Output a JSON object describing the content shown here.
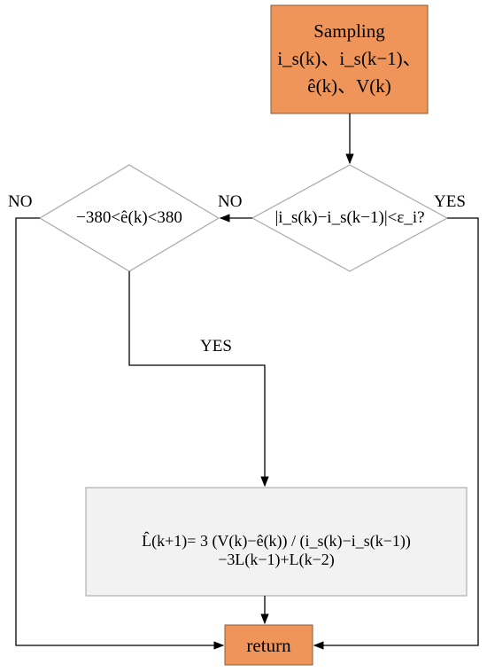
{
  "colors": {
    "orange": "#f0955a",
    "orange_border": "#8a5a38",
    "formula_box": "#f2f2f2",
    "formula_border": "#a0a0a0",
    "diamond_border": "#a8a8a8",
    "line": "#000000"
  },
  "start_box": {
    "title": "Sampling",
    "line2": "i_s(k)、i_s(k−1)、",
    "line3": "ê(k)、V(k)"
  },
  "decision_right": {
    "text": "|i_s(k)−i_s(k−1)|<ε_i?",
    "no_label": "NO",
    "yes_label": "YES"
  },
  "decision_left": {
    "text": "−380<ê(k)<380",
    "no_label": "NO",
    "yes_label": "YES"
  },
  "formula": {
    "text": "L̂(k+1)= 3 (V(k)−ê(k)) / (i_s(k)−i_s(k−1)) −3L(k−1)+L(k−2)"
  },
  "end_box": {
    "label": "return"
  }
}
